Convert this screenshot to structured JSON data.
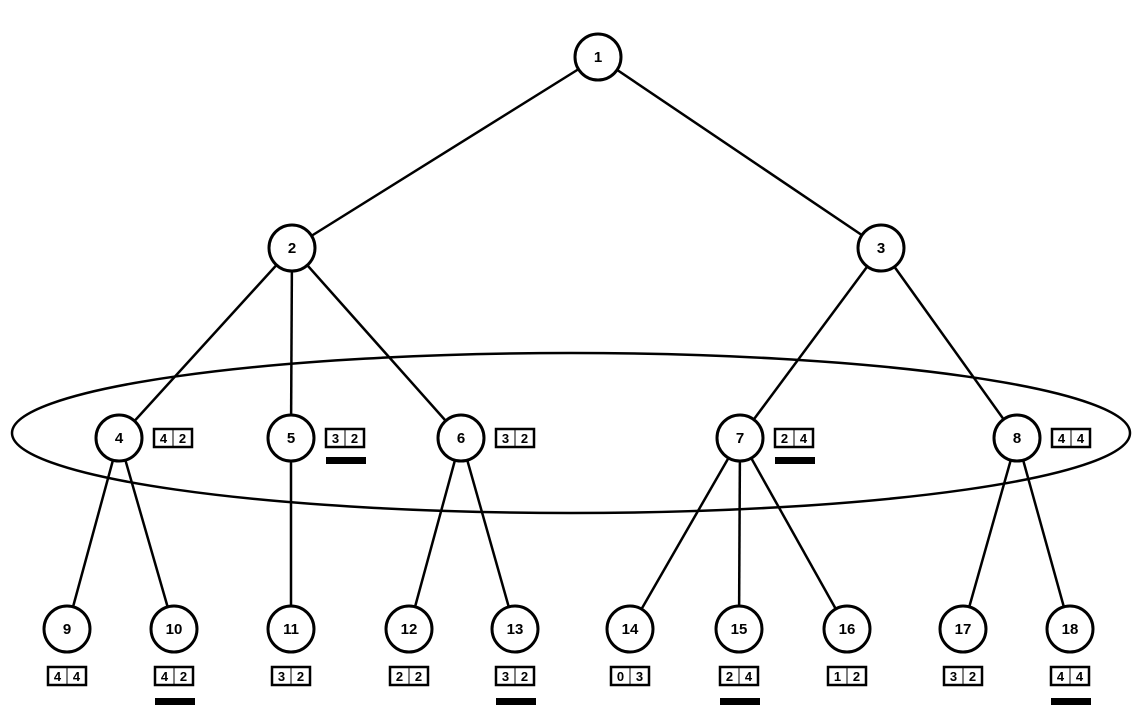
{
  "tree": {
    "nodes": [
      {
        "id": "1",
        "values": null,
        "underlined": false
      },
      {
        "id": "2",
        "values": null,
        "underlined": false
      },
      {
        "id": "3",
        "values": null,
        "underlined": false
      },
      {
        "id": "4",
        "values": [
          "4",
          "2"
        ],
        "underlined": false
      },
      {
        "id": "5",
        "values": [
          "3",
          "2"
        ],
        "underlined": true
      },
      {
        "id": "6",
        "values": [
          "3",
          "2"
        ],
        "underlined": false
      },
      {
        "id": "7",
        "values": [
          "2",
          "4"
        ],
        "underlined": true
      },
      {
        "id": "8",
        "values": [
          "4",
          "4"
        ],
        "underlined": false
      },
      {
        "id": "9",
        "values": [
          "4",
          "4"
        ],
        "underlined": false
      },
      {
        "id": "10",
        "values": [
          "4",
          "2"
        ],
        "underlined": true
      },
      {
        "id": "11",
        "values": [
          "3",
          "2"
        ],
        "underlined": false
      },
      {
        "id": "12",
        "values": [
          "2",
          "2"
        ],
        "underlined": false
      },
      {
        "id": "13",
        "values": [
          "3",
          "2"
        ],
        "underlined": true
      },
      {
        "id": "14",
        "values": [
          "0",
          "3"
        ],
        "underlined": false
      },
      {
        "id": "15",
        "values": [
          "2",
          "4"
        ],
        "underlined": true
      },
      {
        "id": "16",
        "values": [
          "1",
          "2"
        ],
        "underlined": false
      },
      {
        "id": "17",
        "values": [
          "3",
          "2"
        ],
        "underlined": false
      },
      {
        "id": "18",
        "values": [
          "4",
          "4"
        ],
        "underlined": true
      }
    ],
    "edges": [
      [
        "1",
        "2"
      ],
      [
        "1",
        "3"
      ],
      [
        "2",
        "4"
      ],
      [
        "2",
        "5"
      ],
      [
        "2",
        "6"
      ],
      [
        "3",
        "7"
      ],
      [
        "3",
        "8"
      ],
      [
        "4",
        "9"
      ],
      [
        "4",
        "10"
      ],
      [
        "5",
        "11"
      ],
      [
        "6",
        "12"
      ],
      [
        "6",
        "13"
      ],
      [
        "7",
        "14"
      ],
      [
        "7",
        "15"
      ],
      [
        "7",
        "16"
      ],
      [
        "8",
        "17"
      ],
      [
        "8",
        "18"
      ]
    ],
    "highlighted_level": [
      "4",
      "5",
      "6",
      "7",
      "8"
    ]
  }
}
